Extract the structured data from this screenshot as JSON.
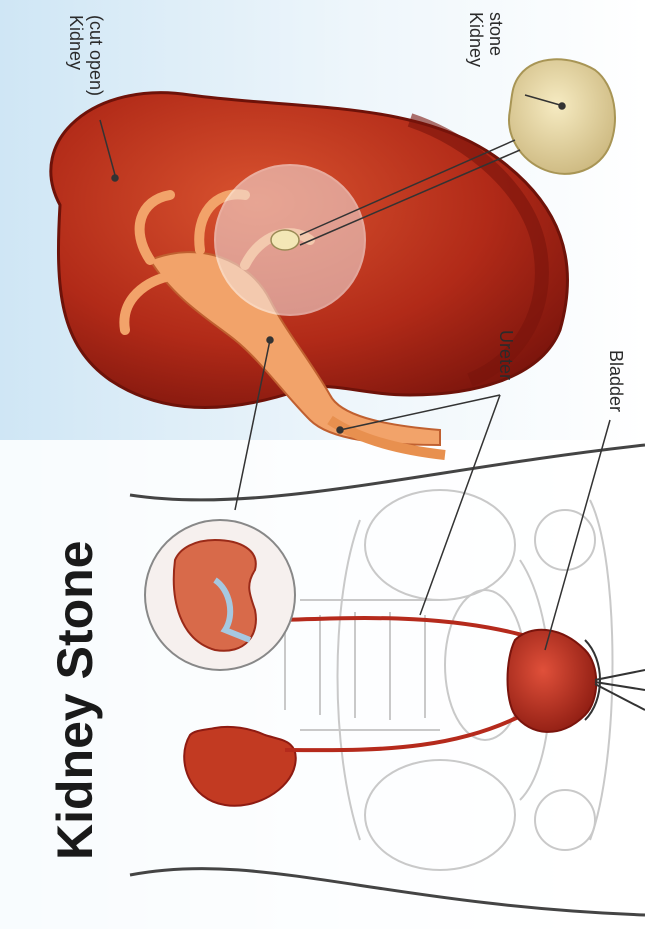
{
  "title": "Kidney Stone",
  "labels": {
    "kidney_cut_open_line1": "Kidney",
    "kidney_cut_open_line2": "(cut open)",
    "kidney_stone_line1": "Kidney",
    "kidney_stone_line2": "stone",
    "ureter": "Ureter",
    "bladder": "Bladder"
  },
  "colors": {
    "background_gradient": "#cfe6f5",
    "kidney_dark": "#8e1b12",
    "kidney_mid": "#c2361f",
    "kidney_light": "#f2b17e",
    "stone": "#e8d9a8",
    "body_outline": "#444444",
    "skeleton_line": "#c9c9c9",
    "bladder": "#b52a1c"
  }
}
